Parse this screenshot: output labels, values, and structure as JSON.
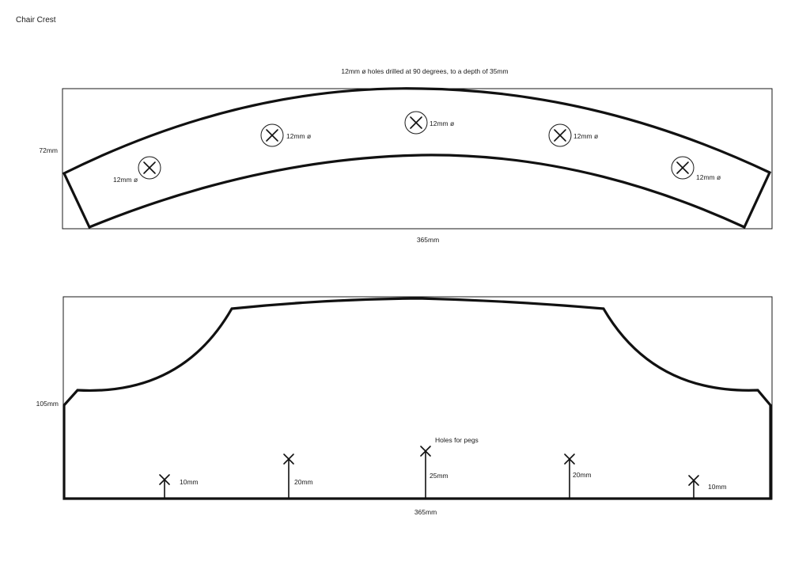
{
  "title": "Chair Crest",
  "top_view": {
    "note": "12mm ø holes drilled at 90 degrees, to a depth of 35mm",
    "height_label": "72mm",
    "width_label": "365mm",
    "holes": [
      {
        "label": "12mm ø"
      },
      {
        "label": "12mm ø"
      },
      {
        "label": "12mm ø"
      },
      {
        "label": "12mm ø"
      },
      {
        "label": "12mm ø"
      }
    ]
  },
  "front_view": {
    "height_label": "105mm",
    "width_label": "365mm",
    "pegs_label": "Holes for pegs",
    "pegs": [
      {
        "label": "10mm"
      },
      {
        "label": "20mm"
      },
      {
        "label": "25mm"
      },
      {
        "label": "20mm"
      },
      {
        "label": "10mm"
      }
    ]
  }
}
